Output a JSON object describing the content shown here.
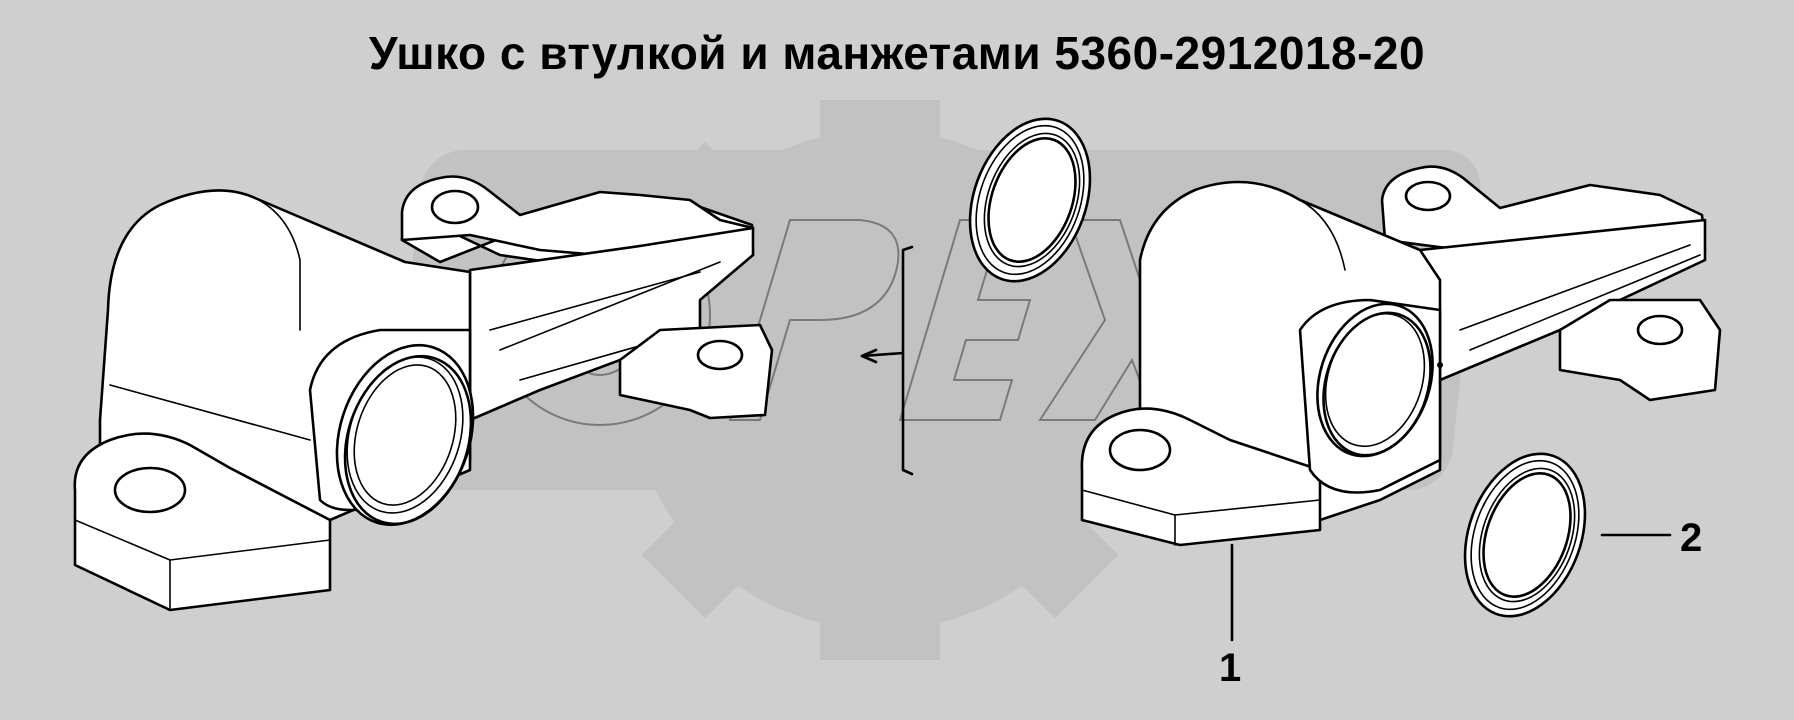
{
  "title": "Ушко с втулкой и манжетами 5360-2912018-20",
  "watermark": {
    "text": "OPEX",
    "color": "#c2c2c2"
  },
  "callouts": [
    {
      "label": "1",
      "part": "eye-housing"
    },
    {
      "label": "2",
      "part": "cuff-seal-ring"
    }
  ],
  "colors": {
    "background": "#cfcfcf",
    "line": "#000000",
    "fill": "#ffffff"
  }
}
